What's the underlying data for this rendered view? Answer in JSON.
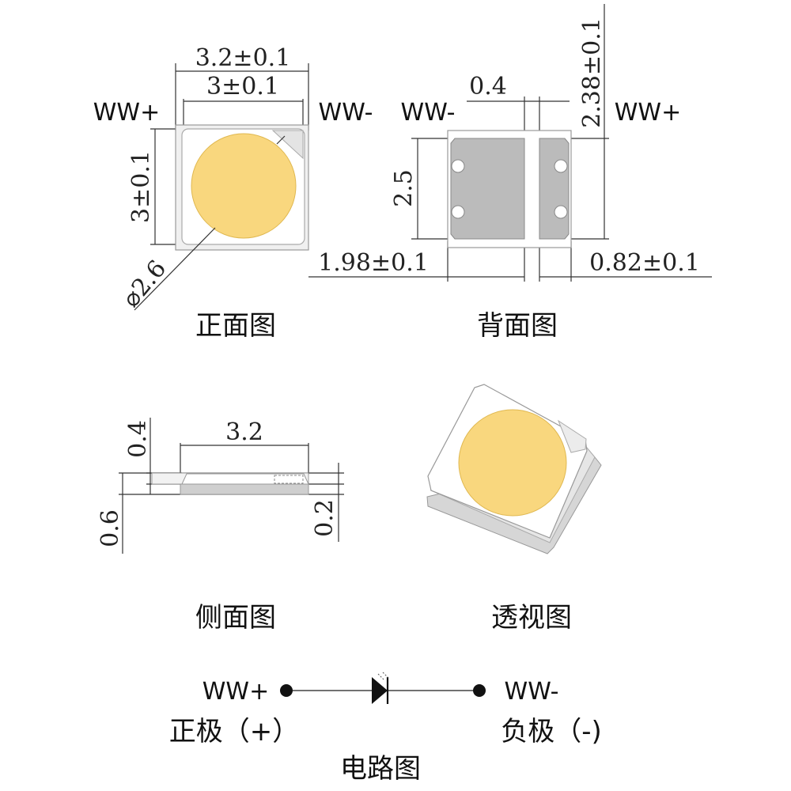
{
  "front_view": {
    "caption": "正面图",
    "pin_left": "WW+",
    "pin_right": "WW-",
    "dim_outer_width": "3.2±0.1",
    "dim_inner_width": "3±0.1",
    "dim_height": "3±0.1",
    "dim_diameter": "⌀2.6"
  },
  "back_view": {
    "caption": "背面图",
    "pin_left": "WW-",
    "pin_right": "WW+",
    "dim_gap": "0.4",
    "dim_total": "2.38±0.1",
    "dim_pad_height": "2.5",
    "dim_left_pad": "1.98±0.1",
    "dim_right_pad": "0.82±0.1"
  },
  "side_view": {
    "caption": "侧面图",
    "dim_length": "3.2",
    "dim_top": "0.4",
    "dim_total": "0.6",
    "dim_base": "0.2"
  },
  "perspective_view": {
    "caption": "透视图"
  },
  "circuit": {
    "caption": "电路图",
    "pin_plus": "WW+",
    "pin_minus": "WW-",
    "label_positive": "正极（+）",
    "label_negative": "负极（-)"
  },
  "colors": {
    "led": "#f9d77e",
    "body": "#ffffff",
    "frame": "#d4d4d4",
    "pad": "#bbbbbb"
  }
}
